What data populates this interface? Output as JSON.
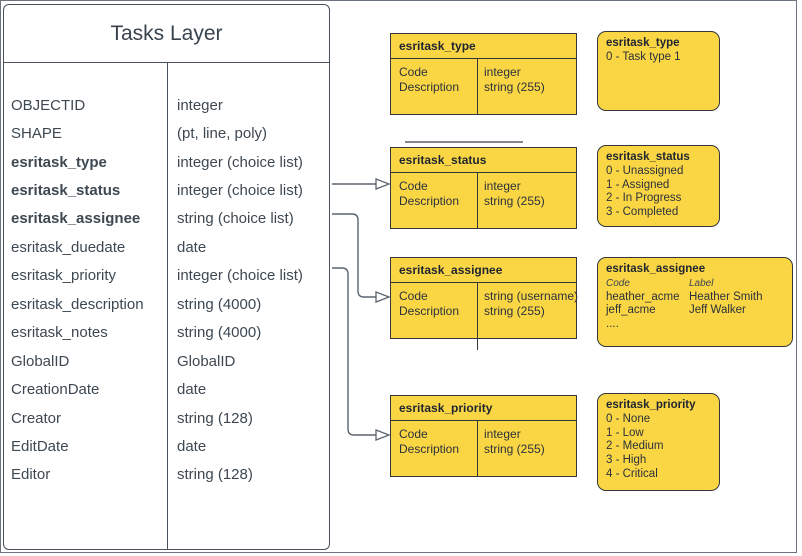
{
  "canvas": {
    "tasks_layer": {
      "title": "Tasks Layer",
      "fields": [
        {
          "name": "OBJECTID",
          "type": "integer",
          "emphasis": false
        },
        {
          "name": "SHAPE",
          "type": "(pt, line, poly)",
          "emphasis": false
        },
        {
          "name": "esritask_type",
          "type": "integer (choice list)",
          "emphasis": true
        },
        {
          "name": "esritask_status",
          "type": "integer (choice list)",
          "emphasis": true
        },
        {
          "name": "esritask_assignee",
          "type": "string (choice list)",
          "emphasis": true
        },
        {
          "name": "esritask_duedate",
          "type": "date",
          "emphasis": false
        },
        {
          "name": "esritask_priority",
          "type": "integer (choice list)",
          "emphasis": false
        },
        {
          "name": "esritask_description",
          "type": "string (4000)",
          "emphasis": false
        },
        {
          "name": "esritask_notes",
          "type": "string (4000)",
          "emphasis": false
        },
        {
          "name": "GlobalID",
          "type": "GlobalID",
          "emphasis": false
        },
        {
          "name": "CreationDate",
          "type": "date",
          "emphasis": false
        },
        {
          "name": "Creator",
          "type": "string (128)",
          "emphasis": false
        },
        {
          "name": "EditDate",
          "type": "date",
          "emphasis": false
        },
        {
          "name": "Editor",
          "type": "string (128)",
          "emphasis": false
        }
      ]
    },
    "domain_tables": [
      {
        "title": "esritask_type",
        "rows": [
          {
            "field": "Code",
            "type": "integer"
          },
          {
            "field": "Description",
            "type": "string (255)"
          }
        ]
      },
      {
        "title": "esritask_status",
        "rows": [
          {
            "field": "Code",
            "type": "integer"
          },
          {
            "field": "Description",
            "type": "string (255)"
          }
        ]
      },
      {
        "title": "esritask_assignee",
        "rows": [
          {
            "field": "Code",
            "type": "string (username)"
          },
          {
            "field": "Description",
            "type": "string (255)"
          }
        ]
      },
      {
        "title": "esritask_priority",
        "rows": [
          {
            "field": "Code",
            "type": "integer"
          },
          {
            "field": "Description",
            "type": "string (255)"
          }
        ]
      }
    ],
    "value_lists": [
      {
        "title": "esritask_type",
        "items": [
          "0 - Task type 1"
        ]
      },
      {
        "title": "esritask_status",
        "items": [
          "0 - Unassigned",
          "1 - Assigned",
          "2 - In Progress",
          "3 - Completed"
        ]
      },
      {
        "title": "esritask_assignee",
        "columns": [
          "Code",
          "Label"
        ],
        "rows": [
          [
            "heather_acme",
            "Heather Smith"
          ],
          [
            "jeff_acme",
            "Jeff Walker"
          ]
        ],
        "ellipsis": "...."
      },
      {
        "title": "esritask_priority",
        "items": [
          "0 - None",
          "1 - Low",
          "2 - Medium",
          "3 - High",
          "4 - Critical"
        ]
      }
    ],
    "colors": {
      "note_fill": "#FBD644",
      "note_border": "#33373D",
      "table_border": "#49525C",
      "text": "#3D4852",
      "connector": "#5A646E"
    }
  }
}
